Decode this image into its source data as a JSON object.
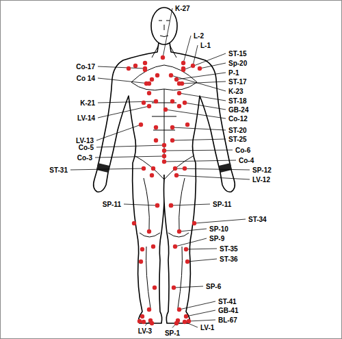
{
  "diagram": {
    "labels": [
      "K-27",
      "L-2",
      "L-1",
      "ST-15",
      "Sp-20",
      "P-1",
      "Co-17",
      "ST-17",
      "Co 14",
      "K-23",
      "K-21",
      "ST-18",
      "GB-24",
      "LV-14",
      "Co-12",
      "LV-13",
      "ST-20",
      "ST-25",
      "Co-5",
      "Co-6",
      "Co-3",
      "Co-4",
      "ST-31",
      "SP-12",
      "LV-12",
      "SP-11",
      "SP-11",
      "ST-34",
      "SP-10",
      "SP-9",
      "ST-35",
      "ST-36",
      "SP-6",
      "ST-41",
      "GB-41",
      "BL-67",
      "LV-3",
      "LV-1",
      "SP-1"
    ]
  }
}
